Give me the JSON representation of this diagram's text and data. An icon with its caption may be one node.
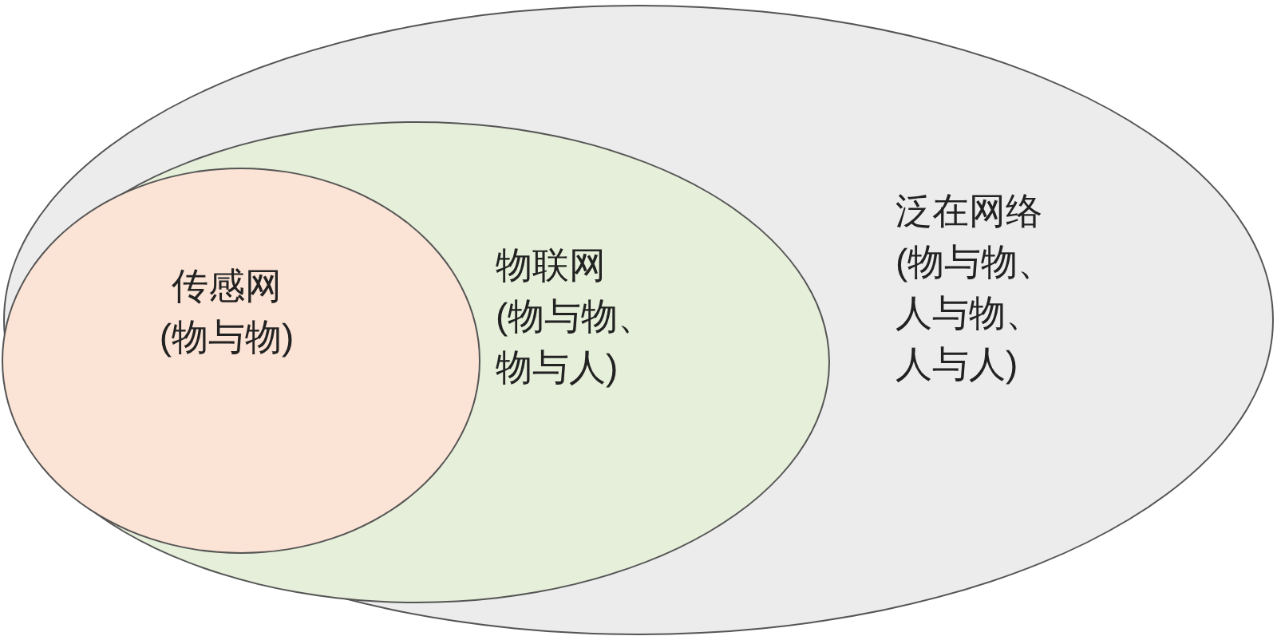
{
  "diagram": {
    "nodes": [
      {
        "text": [
          "泛在网络",
          "(物与物、人与物、人与人)"
        ]
      },
      {
        "text": [
          "物联网",
          "(物与物、物与人)"
        ],
        "in": 0
      },
      {
        "text": [
          "传感网",
          "(物与物)"
        ],
        "in": 1
      }
    ]
  }
}
